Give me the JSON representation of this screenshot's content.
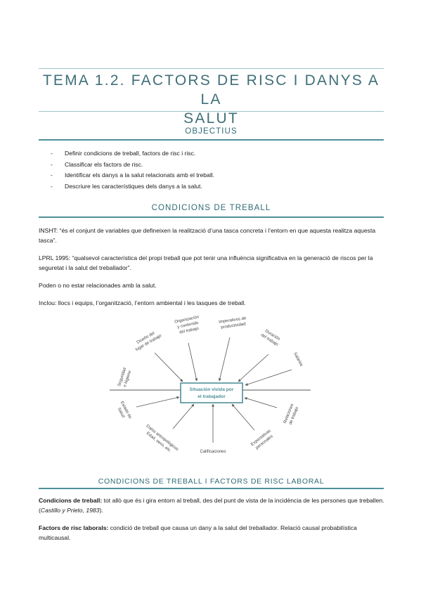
{
  "title_lines": [
    "TEMA 1.2. FACTORS DE RISC I DANYS A LA",
    "SALUT"
  ],
  "objectius": {
    "heading": "OBJECTIUS",
    "dash": "-",
    "items": [
      "Definir condicions de treball, factors de risc i risc.",
      "Classificar els factors de risc.",
      "Identificar els danys a la salut relacionats amb el treball.",
      "Descriure les característiques dels danys a la salut."
    ]
  },
  "condicions": {
    "heading": "CONDICIONS DE TREBALL",
    "insht": "INSHT: “és el conjunt de variables que defineixen la realització d’una tasca concreta i l’entorn en que aquesta realitza aquesta tasca”.",
    "lprl": "LPRL 1995: “qualsevol característica del propi treball que pot tenir una influència significativa en la generació de riscos per la seguretat i la salut del treballador”.",
    "poden": "Poden o no estar relacionades amb la salut.",
    "inclou": "Inclou: llocs i equips, l’organització, l’entorn ambiental i les tasques de treball."
  },
  "diagram": {
    "center_lines": [
      "Situación vivida por",
      "el trabajador"
    ],
    "accent": "#4f8f98",
    "labels": {
      "diseno": [
        "Diseño del",
        "lugar de trabajo"
      ],
      "organizacion": [
        "Organización",
        "y contenido",
        "del trabajo"
      ],
      "imperativos": [
        "Imperativos de",
        "productividad"
      ],
      "duracion": [
        "Duración",
        "del trabajo"
      ],
      "salarios": [
        "Salarios"
      ],
      "seguridad": [
        "Seguridad",
        "e higiene"
      ],
      "estado": [
        "Estado de",
        "Salud"
      ],
      "datos": [
        "Datos antropológicos",
        "Edad, sexo, etc."
      ],
      "calificaciones": [
        "Calificaciones"
      ],
      "expectativas": [
        "Expectativas",
        "personales"
      ],
      "relaciones": [
        "Relaciones",
        "de trabajo"
      ]
    }
  },
  "factors": {
    "heading": "CONDICIONS DE TREBALL I FACTORS DE RISC LABORAL",
    "cond_label": "Condicions de treball:",
    "cond_text": " tot allò que és i gira entorn al treball, des del punt de vista de la incidència de les persones que treballen. (",
    "cond_cite": "Castillo y Prieto, 1983",
    "cond_end": ").",
    "risc_label": "Factors de risc laborals:",
    "risc_text": " condició de treball que causa un dany a la salut del treballador. Relació causal probabilística multicausal."
  }
}
